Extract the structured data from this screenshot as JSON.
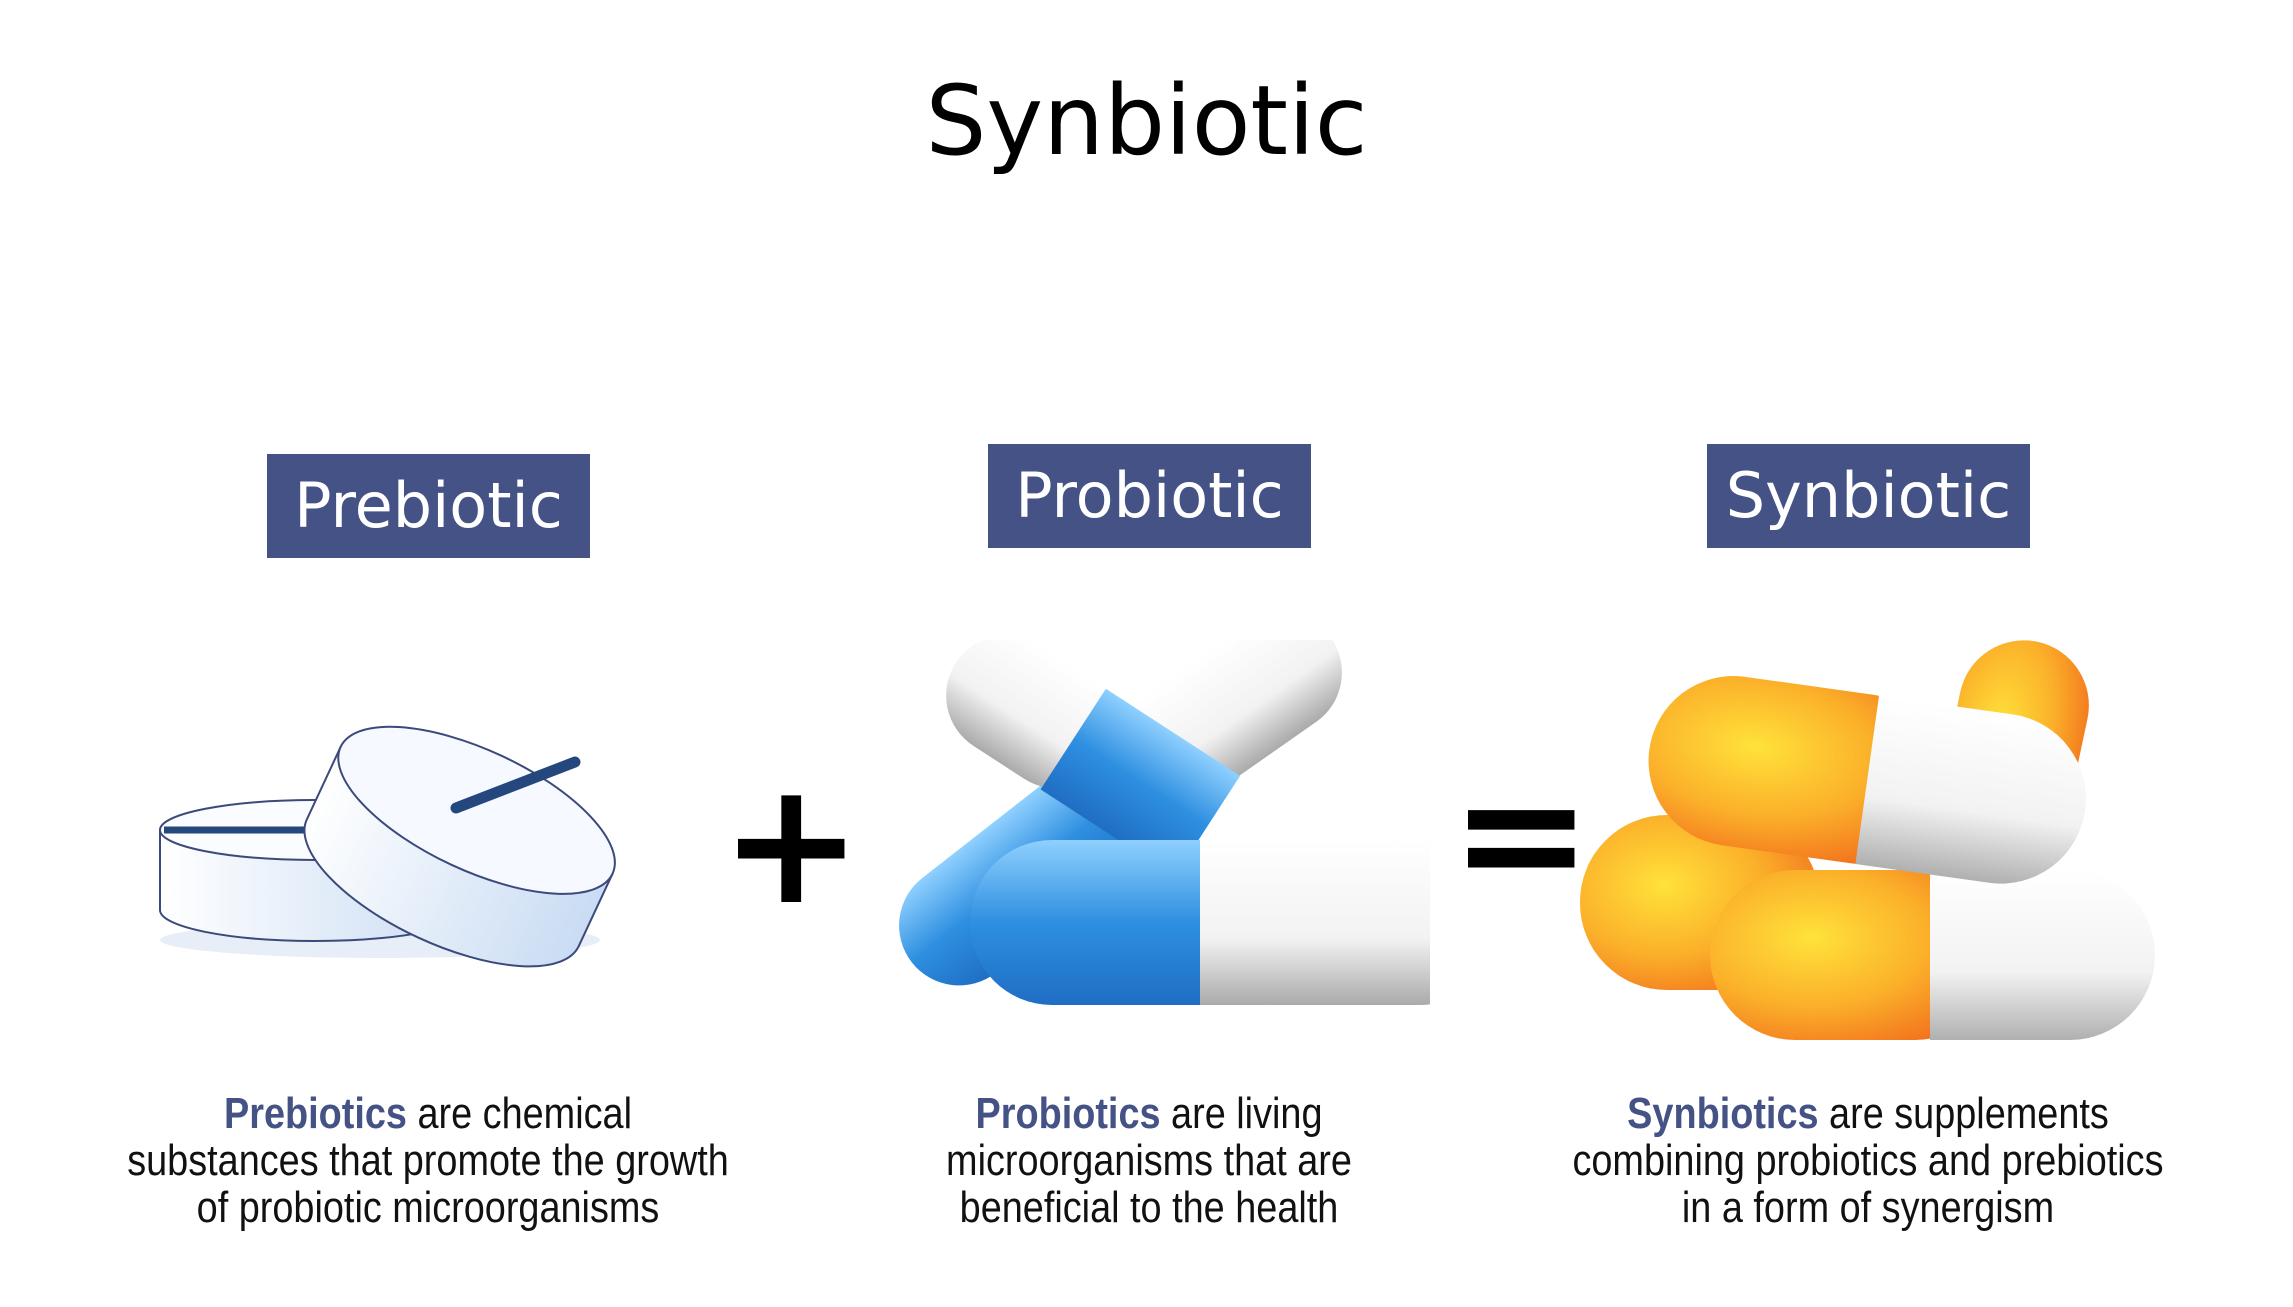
{
  "title": "Synbiotic",
  "columns": [
    {
      "label": "Prebiotic",
      "term": "Prebiotics",
      "text": [
        " are chemical",
        "substances that promote the growth",
        "of probiotic microorganisms"
      ]
    },
    {
      "label": "Probiotic",
      "term": "Probiotics",
      "text": [
        " are living",
        "microorganisms that are",
        "beneficial to the health"
      ]
    },
    {
      "label": "Synbiotic",
      "term": "Synbiotics",
      "text": [
        " are supplements",
        "combining probiotics and prebiotics",
        "in a form of synergism"
      ]
    }
  ],
  "operators": {
    "plus": "+",
    "equals": "="
  },
  "colors": {
    "label_bg": "#455285",
    "term": "#455285",
    "blue": "#2e8fe0",
    "orange": "#f37a1f"
  }
}
